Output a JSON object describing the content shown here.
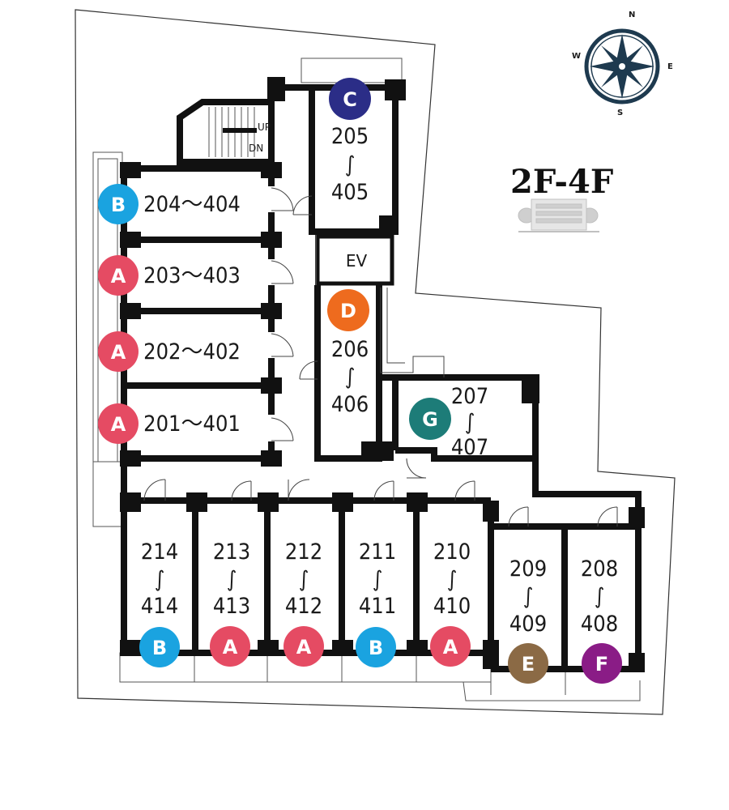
{
  "floor_label": "2F-4F",
  "elevator_label": "EV",
  "stair_labels": {
    "up": "UP",
    "down": "DN"
  },
  "compass": {
    "north": "N",
    "south": "S",
    "east": "E",
    "west": "W"
  },
  "colors": {
    "A": "#e54b63",
    "B": "#1aa3e0",
    "C": "#2b2d87",
    "D": "#ee6b1e",
    "E": "#8b6a45",
    "F": "#8a1c86",
    "G": "#1d7c78",
    "wall": "#111111",
    "compass": "#1e3a4f"
  },
  "units": [
    {
      "id": "204",
      "rooms": [
        "204〜404"
      ],
      "type": "B"
    },
    {
      "id": "203",
      "rooms": [
        "203〜403"
      ],
      "type": "A"
    },
    {
      "id": "202",
      "rooms": [
        "202〜402"
      ],
      "type": "A"
    },
    {
      "id": "201",
      "rooms": [
        "201〜401"
      ],
      "type": "A"
    },
    {
      "id": "205",
      "rooms": [
        "205",
        "∫",
        "405"
      ],
      "type": "C"
    },
    {
      "id": "206",
      "rooms": [
        "206",
        "∫",
        "406"
      ],
      "type": "D"
    },
    {
      "id": "207",
      "rooms": [
        "207",
        "∫",
        "407"
      ],
      "type": "G"
    },
    {
      "id": "214",
      "rooms": [
        "214",
        "∫",
        "414"
      ],
      "type": "B"
    },
    {
      "id": "213",
      "rooms": [
        "213",
        "∫",
        "413"
      ],
      "type": "A"
    },
    {
      "id": "212",
      "rooms": [
        "212",
        "∫",
        "412"
      ],
      "type": "A"
    },
    {
      "id": "211",
      "rooms": [
        "211",
        "∫",
        "411"
      ],
      "type": "B"
    },
    {
      "id": "210",
      "rooms": [
        "210",
        "∫",
        "410"
      ],
      "type": "A"
    },
    {
      "id": "209",
      "rooms": [
        "209",
        "∫",
        "409"
      ],
      "type": "E"
    },
    {
      "id": "208",
      "rooms": [
        "208",
        "∫",
        "408"
      ],
      "type": "F"
    }
  ]
}
